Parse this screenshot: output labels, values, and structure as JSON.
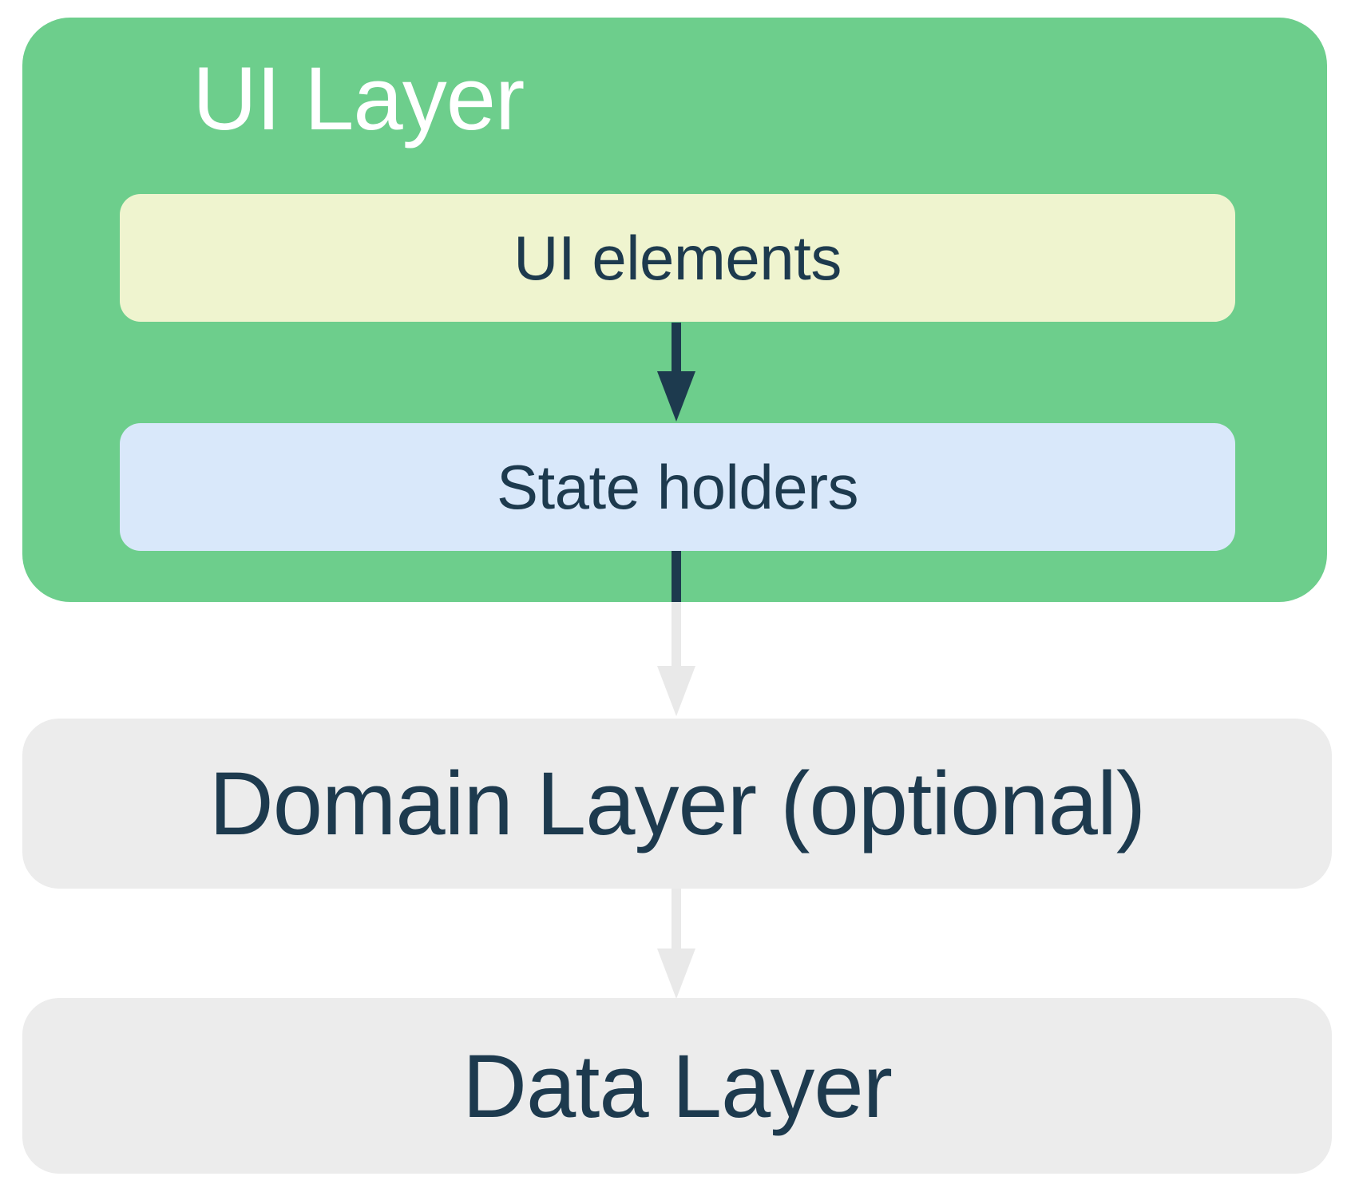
{
  "colors": {
    "ui_layer_bg": "#6DCE8C",
    "ui_elements_bg": "#EFF4CF",
    "state_holders_bg": "#D9E8FA",
    "layer_box_bg": "#ECECEC",
    "arrow_dark": "#1D3A4E",
    "arrow_light": "#E9E9E9",
    "title_text": "#FFFFFF",
    "label_text": "#1D3A4E",
    "background": "#FFFFFF"
  },
  "diagram": {
    "ui_layer": {
      "title": "UI Layer",
      "ui_elements_label": "UI elements",
      "state_holders_label": "State holders"
    },
    "domain_layer_label": "Domain Layer (optional)",
    "data_layer_label": "Data Layer"
  }
}
